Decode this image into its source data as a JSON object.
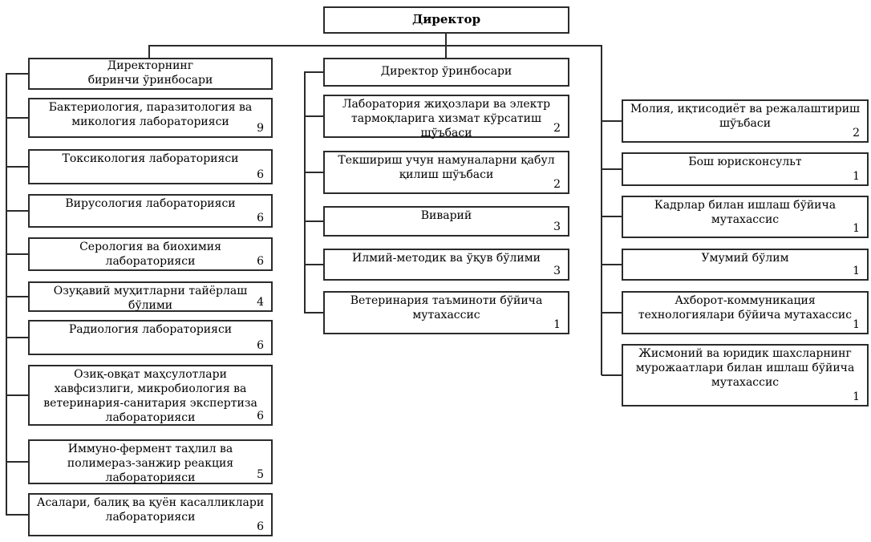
{
  "colors": {
    "line": "#2b2b2b",
    "box_background": "#ffffff",
    "text": "#000000"
  },
  "root": {
    "label": "Директор"
  },
  "columns": [
    {
      "header": "Директорнинг\nбиринчи ўринбосари",
      "items": [
        {
          "label": "Бактериология, паразитология ва микология лабораторияси",
          "count": "9"
        },
        {
          "label": "Токсикология лабораторияси",
          "count": "6"
        },
        {
          "label": "Вирусология лабораторияси",
          "count": "6"
        },
        {
          "label": "Серология ва биохимия лабораторияси",
          "count": "6"
        },
        {
          "label": "Озуқавий муҳитларни тайёрлаш бўлими",
          "count": "4"
        },
        {
          "label": "Радиология лабораторияси",
          "count": "6"
        },
        {
          "label": "Озиқ-овқат маҳсулотлари хавфсизлиги, микробиология ва ветеринария-санитария экспертиза лабораторияси",
          "count": "6"
        },
        {
          "label": "Иммуно-фермент таҳлил ва полимераз-занжир реакция лабораторияси",
          "count": "5"
        },
        {
          "label": "Асалари, балиқ ва қуён касалликлари лабораторияси",
          "count": "6"
        }
      ]
    },
    {
      "header": "Директор ўринбосари",
      "items": [
        {
          "label": "Лаборатория жиҳозлари ва электр тармоқларига хизмат кўрсатиш шўъбаси",
          "count": "2"
        },
        {
          "label": "Текшириш учун намуналарни қабул қилиш шўъбаси",
          "count": "2"
        },
        {
          "label": "Виварий",
          "count": "3"
        },
        {
          "label": "Илмий-методик ва ўқув бўлими",
          "count": "3"
        },
        {
          "label": "Ветеринария таъминоти бўйича мутахассис",
          "count": "1"
        }
      ]
    },
    {
      "items": [
        {
          "label": "Молия, иқтисодиёт ва режалаштириш шўъбаси",
          "count": "2"
        },
        {
          "label": "Бош юрисконсульт",
          "count": "1"
        },
        {
          "label": "Кадрлар билан ишлаш бўйича мутахассис",
          "count": "1"
        },
        {
          "label": "Умумий бўлим",
          "count": "1"
        },
        {
          "label": "Ахборот-коммуникация технологиялари бўйича мутахассис",
          "count": "1"
        },
        {
          "label": "Жисмоний ва юридик шахсларнинг мурожаатлари билан ишлаш бўйича мутахассис",
          "count": "1"
        }
      ]
    }
  ]
}
